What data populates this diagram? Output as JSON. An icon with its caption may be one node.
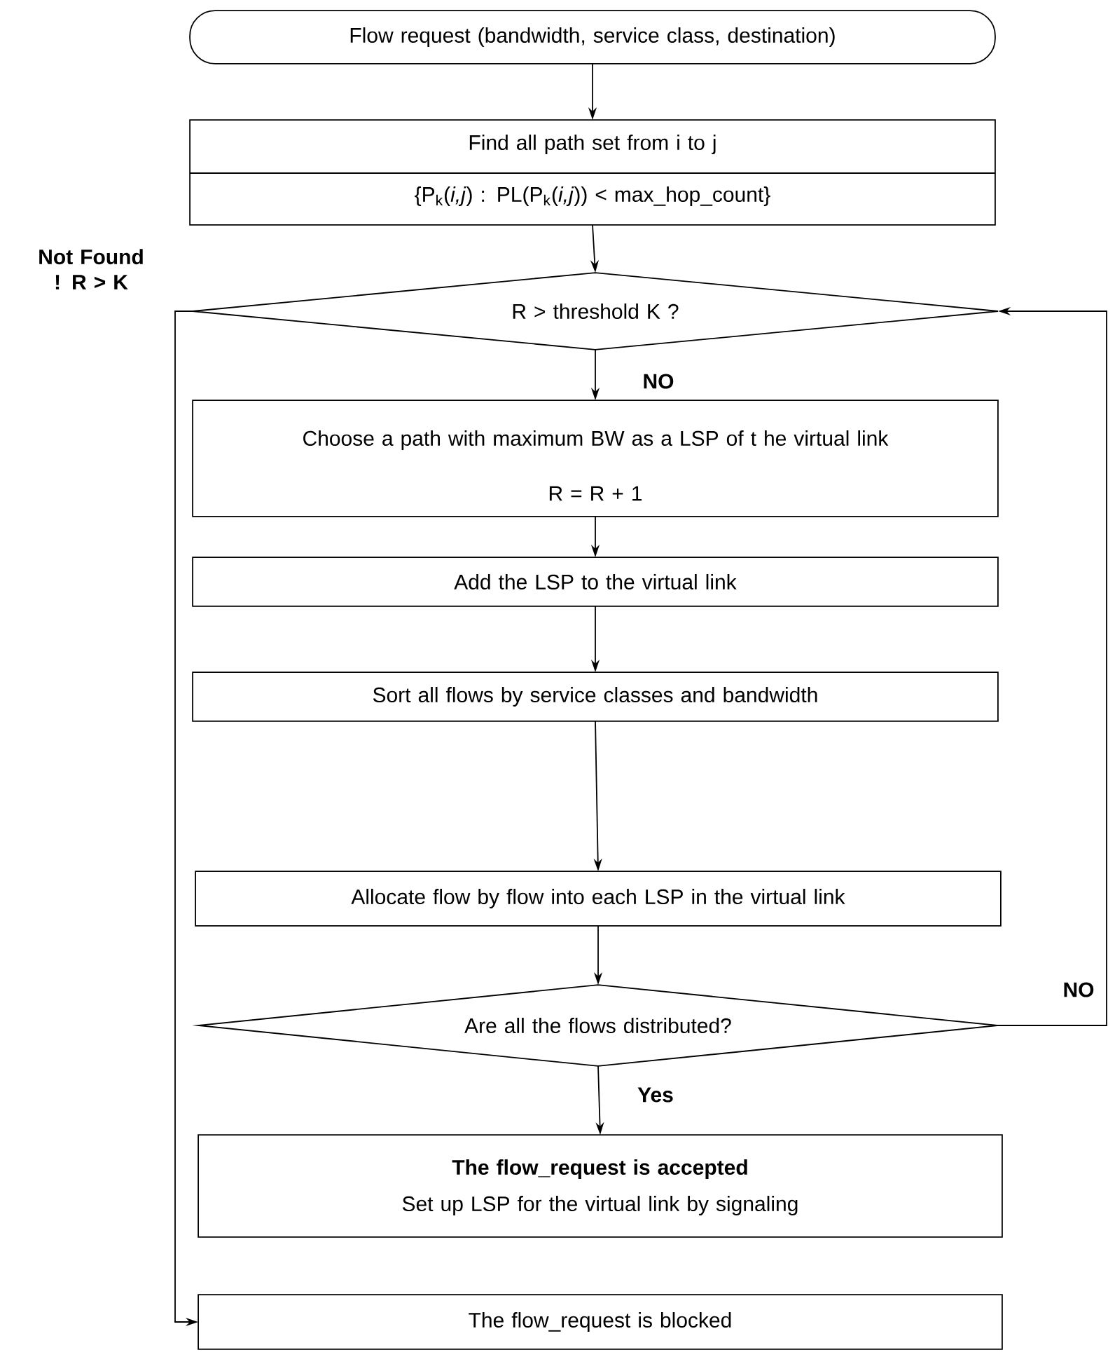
{
  "diagram": {
    "nodes": [
      {
        "text": [
          "Flow request (bandwidth, service class, destination)"
        ]
      },
      {
        "text": [
          "Find all path set from i to j",
          "{P$_{k}$(*i,j*) : PL(P$_{k}$(*i,j*)) < max_hop_count}"
        ]
      },
      {
        "text": [
          "R > threshold K ?"
        ]
      },
      {
        "text": [
          "Choose a path with maximum BW as a LSP of t he virtual link",
          "R = R + 1"
        ]
      },
      {
        "text": [
          "Add the LSP to the virtual link"
        ]
      },
      {
        "text": [
          "Sort all flows by service classes and bandwidth"
        ]
      },
      {
        "text": [
          "Allocate flow by flow into each LSP in the virtual link"
        ]
      },
      {
        "text": [
          "Are all the flows distributed?"
        ]
      },
      {
        "text": [
          "The flow_request is accepted",
          "Set up LSP for the virtual link by signaling"
        ]
      },
      {
        "text": [
          "The flow_request is blocked"
        ]
      }
    ],
    "edges": [
      {
        "from": 0,
        "to": 1,
        "arrow": "to"
      },
      {
        "from": 1,
        "to": 2,
        "arrow": "to"
      },
      {
        "from": 2,
        "to": 3,
        "arrow": "to",
        "label": "NO"
      },
      {
        "from": 3,
        "to": 4,
        "arrow": "to"
      },
      {
        "from": 4,
        "to": 5,
        "arrow": "to"
      },
      {
        "from": 5,
        "to": 6,
        "arrow": "to"
      },
      {
        "from": 6,
        "to": 7,
        "arrow": "to"
      },
      {
        "from": 7,
        "to": 8,
        "arrow": "to",
        "label": "Yes"
      },
      {
        "from": 2,
        "to": 9,
        "arrow": "to",
        "label": "Not Found ! R > K"
      },
      {
        "from": 7,
        "to": 2,
        "arrow": "to",
        "label": "NO"
      }
    ]
  }
}
